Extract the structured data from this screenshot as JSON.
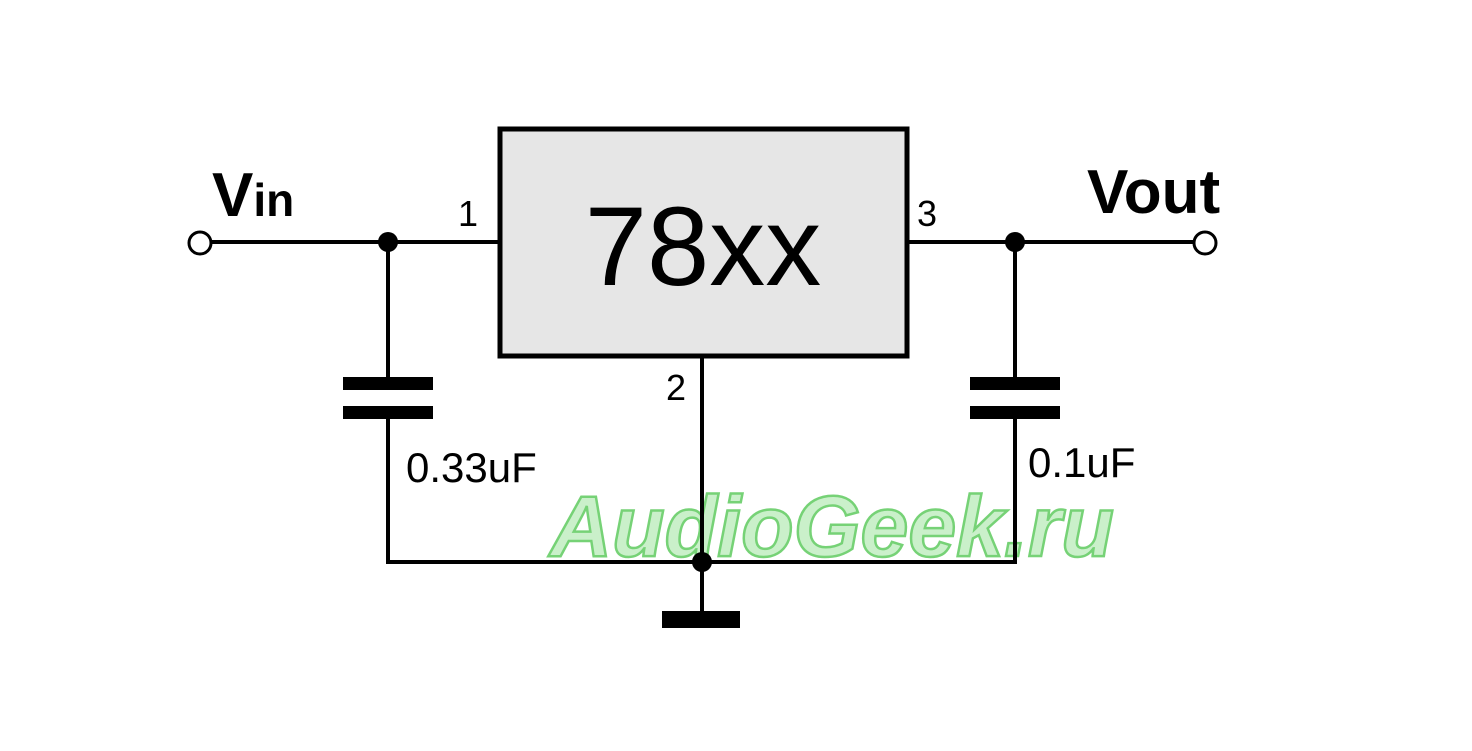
{
  "regulator": {
    "part": "78xx"
  },
  "input": {
    "label_main": "V",
    "label_sub": "in"
  },
  "output": {
    "label": "Vout"
  },
  "pins": {
    "pin1": "1",
    "pin2": "2",
    "pin3": "3"
  },
  "capacitors": {
    "input_value": "0.33uF",
    "output_value": "0.1uF"
  },
  "watermark": {
    "text": "AudioGeek.ru"
  }
}
